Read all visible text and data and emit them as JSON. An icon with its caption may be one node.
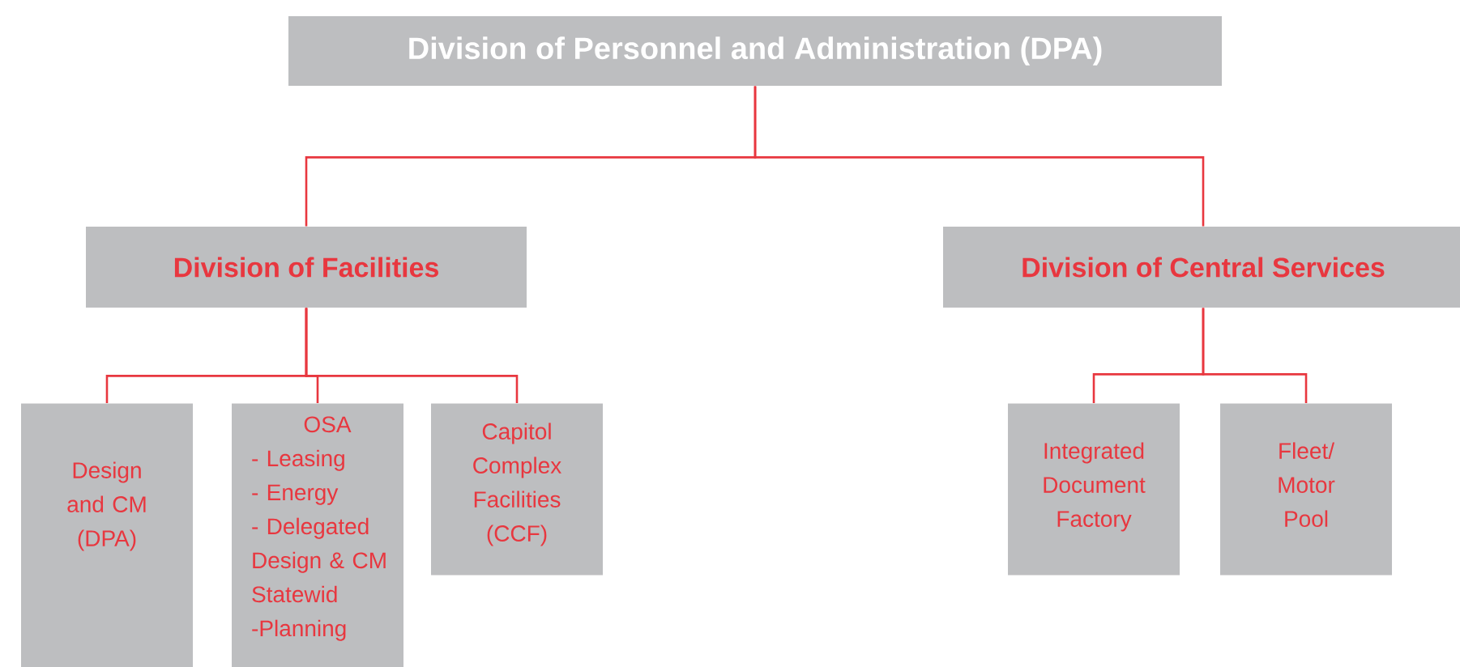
{
  "diagram": {
    "nodes": [
      {
        "text": [
          "Division of Personnel and Administration (DPA)"
        ]
      },
      {
        "text": [
          "Division of Facilities"
        ]
      },
      {
        "text": [
          "Division of Central Services"
        ]
      },
      {
        "text": [
          "Design and CM (DPA)"
        ]
      },
      {
        "text": [
          "OSA",
          "- Leasing",
          "- Energy",
          "- Delegated Design & CM Statewid",
          "-Planning"
        ]
      },
      {
        "text": [
          "Capitol Complex Facilities (CCF)"
        ]
      },
      {
        "text": [
          "Integrated Document Factory"
        ]
      },
      {
        "text": [
          "Fleet/ Motor Pool"
        ]
      }
    ],
    "edges": [
      {
        "from": 0,
        "to": 1,
        "arrow": "none"
      },
      {
        "from": 0,
        "to": 2,
        "arrow": "none"
      },
      {
        "from": 1,
        "to": 3,
        "arrow": "none"
      },
      {
        "from": 1,
        "to": 4,
        "arrow": "none"
      },
      {
        "from": 1,
        "to": 5,
        "arrow": "none"
      },
      {
        "from": 2,
        "to": 6,
        "arrow": "none"
      },
      {
        "from": 2,
        "to": 7,
        "arrow": "none"
      }
    ]
  }
}
